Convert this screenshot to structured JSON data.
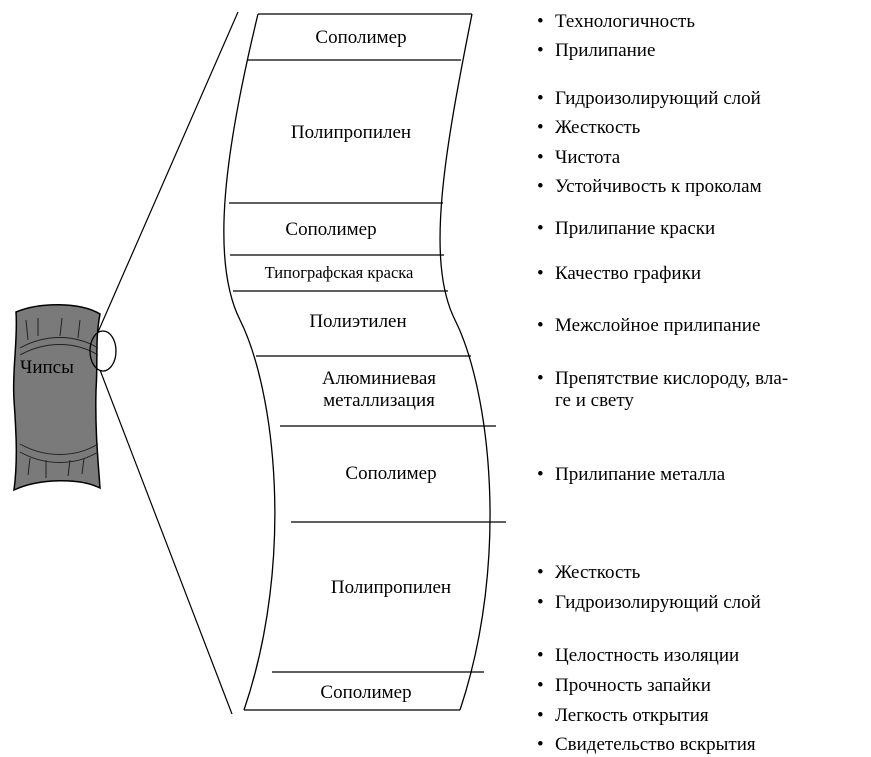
{
  "bag": {
    "label": "Чипсы"
  },
  "layers": [
    {
      "name": "Сополимер"
    },
    {
      "name": "Полипропилен"
    },
    {
      "name": "Сополимер"
    },
    {
      "name": "Типографская краска"
    },
    {
      "name": "Полиэтилен"
    },
    {
      "name": "Алюминиевая металлизация"
    },
    {
      "name": "Сополимер"
    },
    {
      "name": "Полипропилен"
    },
    {
      "name": "Сополимер"
    }
  ],
  "properties": [
    {
      "line1": "Технологичность"
    },
    {
      "line1": "Прилипание"
    },
    {
      "line1": "Гидроизолирующий слой"
    },
    {
      "line1": "Жесткость"
    },
    {
      "line1": "Чистота"
    },
    {
      "line1": "Устойчивость к проколам"
    },
    {
      "line1": "Прилипание краски"
    },
    {
      "line1": "Качество графики"
    },
    {
      "line1": "Межслойное прилипание"
    },
    {
      "line1": "Препятствие кислороду, вла-",
      "line2": "ге и свету"
    },
    {
      "line1": "Прилипание металла"
    },
    {
      "line1": "Жесткость"
    },
    {
      "line1": "Гидроизолирующий слой"
    },
    {
      "line1": "Целостность изоляции"
    },
    {
      "line1": "Прочность запайки"
    },
    {
      "line1": "Легкость открытия"
    },
    {
      "line1": "Свидетельство вскрытия"
    }
  ],
  "colors": {
    "bag_fill": "#7a7a7a",
    "line": "#000000"
  }
}
